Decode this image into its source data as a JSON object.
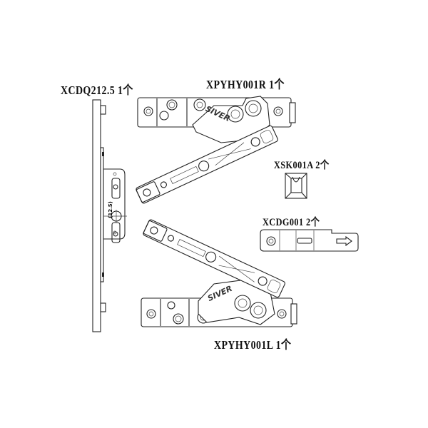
{
  "parts": [
    {
      "id": "lock-bar",
      "code": "XCDQ212.5",
      "qty": "1个",
      "dimension": "(12.5)"
    },
    {
      "id": "hinge-right",
      "code": "XPYHY001R",
      "qty": "1个",
      "brand": "SIVER"
    },
    {
      "id": "striker",
      "code": "XSK001A",
      "qty": "2个"
    },
    {
      "id": "guide",
      "code": "XCDG001",
      "qty": "2个"
    },
    {
      "id": "hinge-left",
      "code": "XPYHY001L",
      "qty": "1个",
      "brand": "SIVER"
    }
  ]
}
